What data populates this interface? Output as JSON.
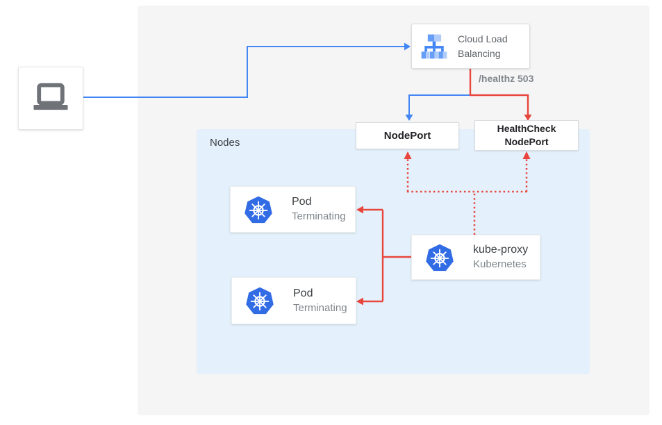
{
  "colors": {
    "canvas-bg": "#ffffff",
    "panel-bg": "#f5f5f6",
    "nodes-bg": "#e4f1fc",
    "line-blue": "#4285f4",
    "line-red": "#e8453c",
    "k8s-blue": "#326ce5",
    "box-border": "#dadce0",
    "text-dark": "#3c4043",
    "text-black": "#202124",
    "text-gray": "#80868b",
    "icon-gray": "#6f7277",
    "lb-blue-mid": "#669df6",
    "lb-blue-light": "#aecbfa"
  },
  "diagram": {
    "nodes_label": "Nodes",
    "healthz_label": "/healthz 503",
    "client": {
      "icon": "laptop-icon"
    },
    "cloud_load_balancing": {
      "label": "Cloud Load Balancing",
      "icon": "load-balancer-icon"
    },
    "nodeport": {
      "label": "NodePort"
    },
    "healthcheck_nodeport": {
      "label": "HealthCheck NodePort"
    },
    "pods": [
      {
        "title": "Pod",
        "status": "Terminating",
        "icon": "kubernetes-icon"
      },
      {
        "title": "Pod",
        "status": "Terminating",
        "icon": "kubernetes-icon"
      }
    ],
    "kube_proxy": {
      "title": "kube-proxy",
      "subtitle": "Kubernetes",
      "icon": "kubernetes-icon"
    }
  }
}
